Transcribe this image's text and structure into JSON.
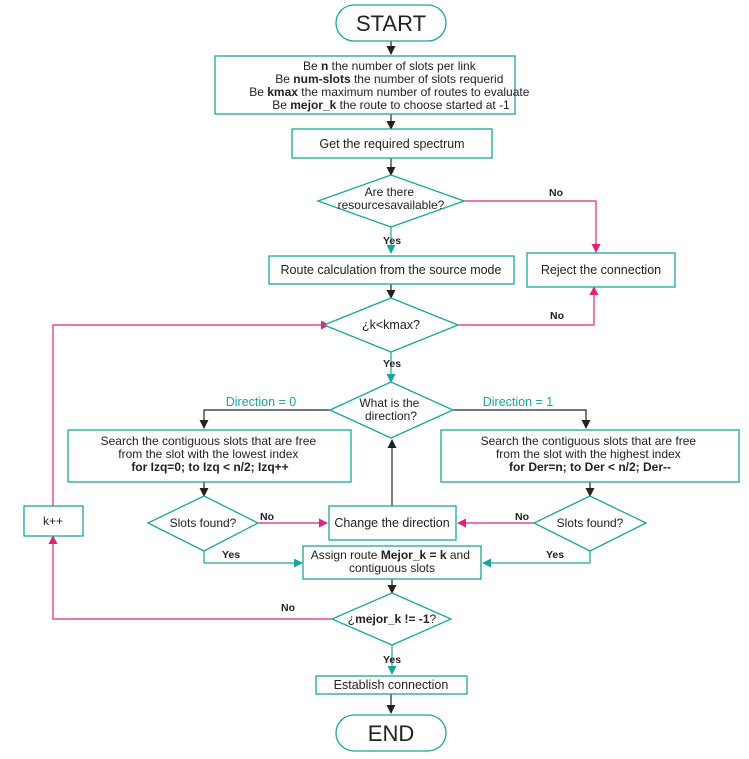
{
  "nodes": {
    "start": "START",
    "init": {
      "l1": {
        "a": "Be ",
        "b": "n",
        "c": " the number of slots per link"
      },
      "l2": {
        "a": "Be ",
        "b": "num-slots",
        "c": " the  number of slots requerid"
      },
      "l3": {
        "a": "Be ",
        "b": "kmax",
        "c": " the maximum number of routes to evaluate"
      },
      "l4": {
        "a": "Be ",
        "b": "mejor_k",
        "c": " the route to choose started at -1"
      }
    },
    "get_spectrum": "Get the required spectrum",
    "resources": {
      "l1": "Are there",
      "l2": "resourcesavailable?"
    },
    "route_calc": "Route calculation from the source mode",
    "reject": "Reject the connection",
    "kcheck": "¿k<kmax?",
    "direction": {
      "l1": "What is the",
      "l2": "direction?"
    },
    "search_left": {
      "l1": "Search the contiguous slots that are free",
      "l2": "from the slot with the lowest index",
      "l3": "for Izq=0; to Izq < n/2; Izq++"
    },
    "search_right": {
      "l1": "Search the contiguous slots that are free",
      "l2": "from the slot with the highest index",
      "l3": "for Der=n; to Der < n/2; Der--"
    },
    "found_left": "Slots found?",
    "found_right": "Slots found?",
    "change_dir": "Change the direction",
    "kinc": "k++",
    "assign": {
      "l1a": "Assign route ",
      "l1b": "Mejor_k = k",
      "l1c": " and",
      "l2": "contiguous slots"
    },
    "mejor": {
      "a": "¿",
      "b": "mejor_k != -1",
      "c": "?"
    },
    "establish": "Establish connection",
    "end": "END"
  },
  "labels": {
    "yes": "Yes",
    "no": "No",
    "dir0": "Direction = 0",
    "dir1": "Direction = 1"
  },
  "colors": {
    "box_stroke": "#17a79a",
    "yes_arrow": "#17a79a",
    "no_arrow": "#e0237a",
    "default_arrow": "#222222"
  }
}
